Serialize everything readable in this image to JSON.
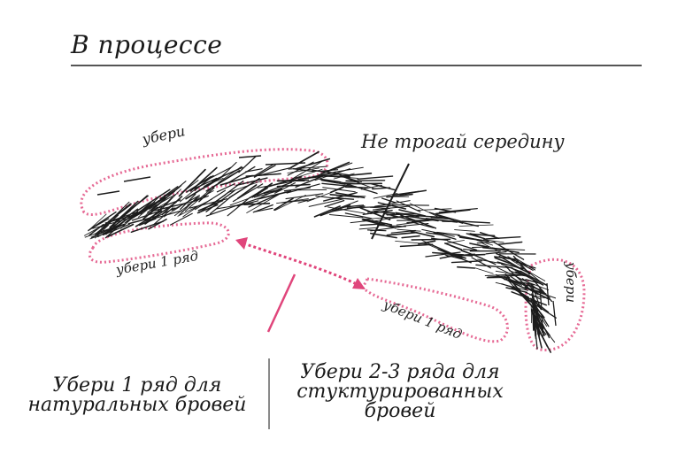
{
  "header": {
    "title": "В процессе"
  },
  "diagram": {
    "labels": {
      "top_remove": "убери",
      "middle_note": "Не трогай середину",
      "lower_remove_one": "убери 1 ряд",
      "tail_remove": "убери",
      "lower_remove_one_right": "убери 1 ряд"
    },
    "colors": {
      "accent": "#e0457b",
      "hair": "#1c1c1c",
      "text": "#222222"
    }
  },
  "captions": {
    "left_lines": [
      "Убери 1 ряд для",
      "натуральных бровей"
    ],
    "right_lines": [
      "Убери 2-3 ряда для",
      "стуктурированных",
      "бровей"
    ]
  }
}
